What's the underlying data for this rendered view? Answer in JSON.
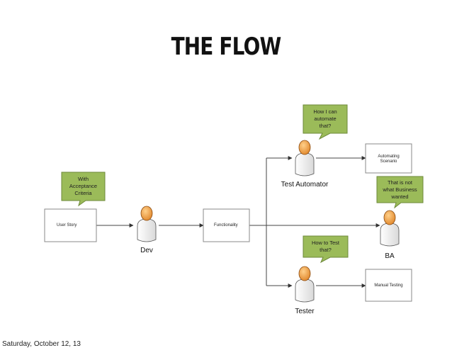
{
  "title": "THE FLOW",
  "footer_date": "Saturday, October 12, 13",
  "boxes": {
    "user_story": "User Story",
    "functionality": "Functionality",
    "automating_scenario": [
      "Automating",
      "Scenario"
    ],
    "manual_testing": "Manual Testing"
  },
  "bubbles": {
    "acceptance": [
      "With",
      "Acceptance",
      "Criteria"
    ],
    "automate": [
      "How I can",
      "automate",
      "that?"
    ],
    "not_wanted": [
      "That is not",
      "what Business",
      "wanted"
    ],
    "how_test": [
      "How to Test",
      "that?"
    ]
  },
  "actors": {
    "dev": "Dev",
    "test_automator": "Test Automator",
    "ba": "BA",
    "tester": "Tester"
  },
  "colors": {
    "bubble_fill": "#9bbb59",
    "person_head": "#f0a24a",
    "person_body": "#ffffff"
  }
}
